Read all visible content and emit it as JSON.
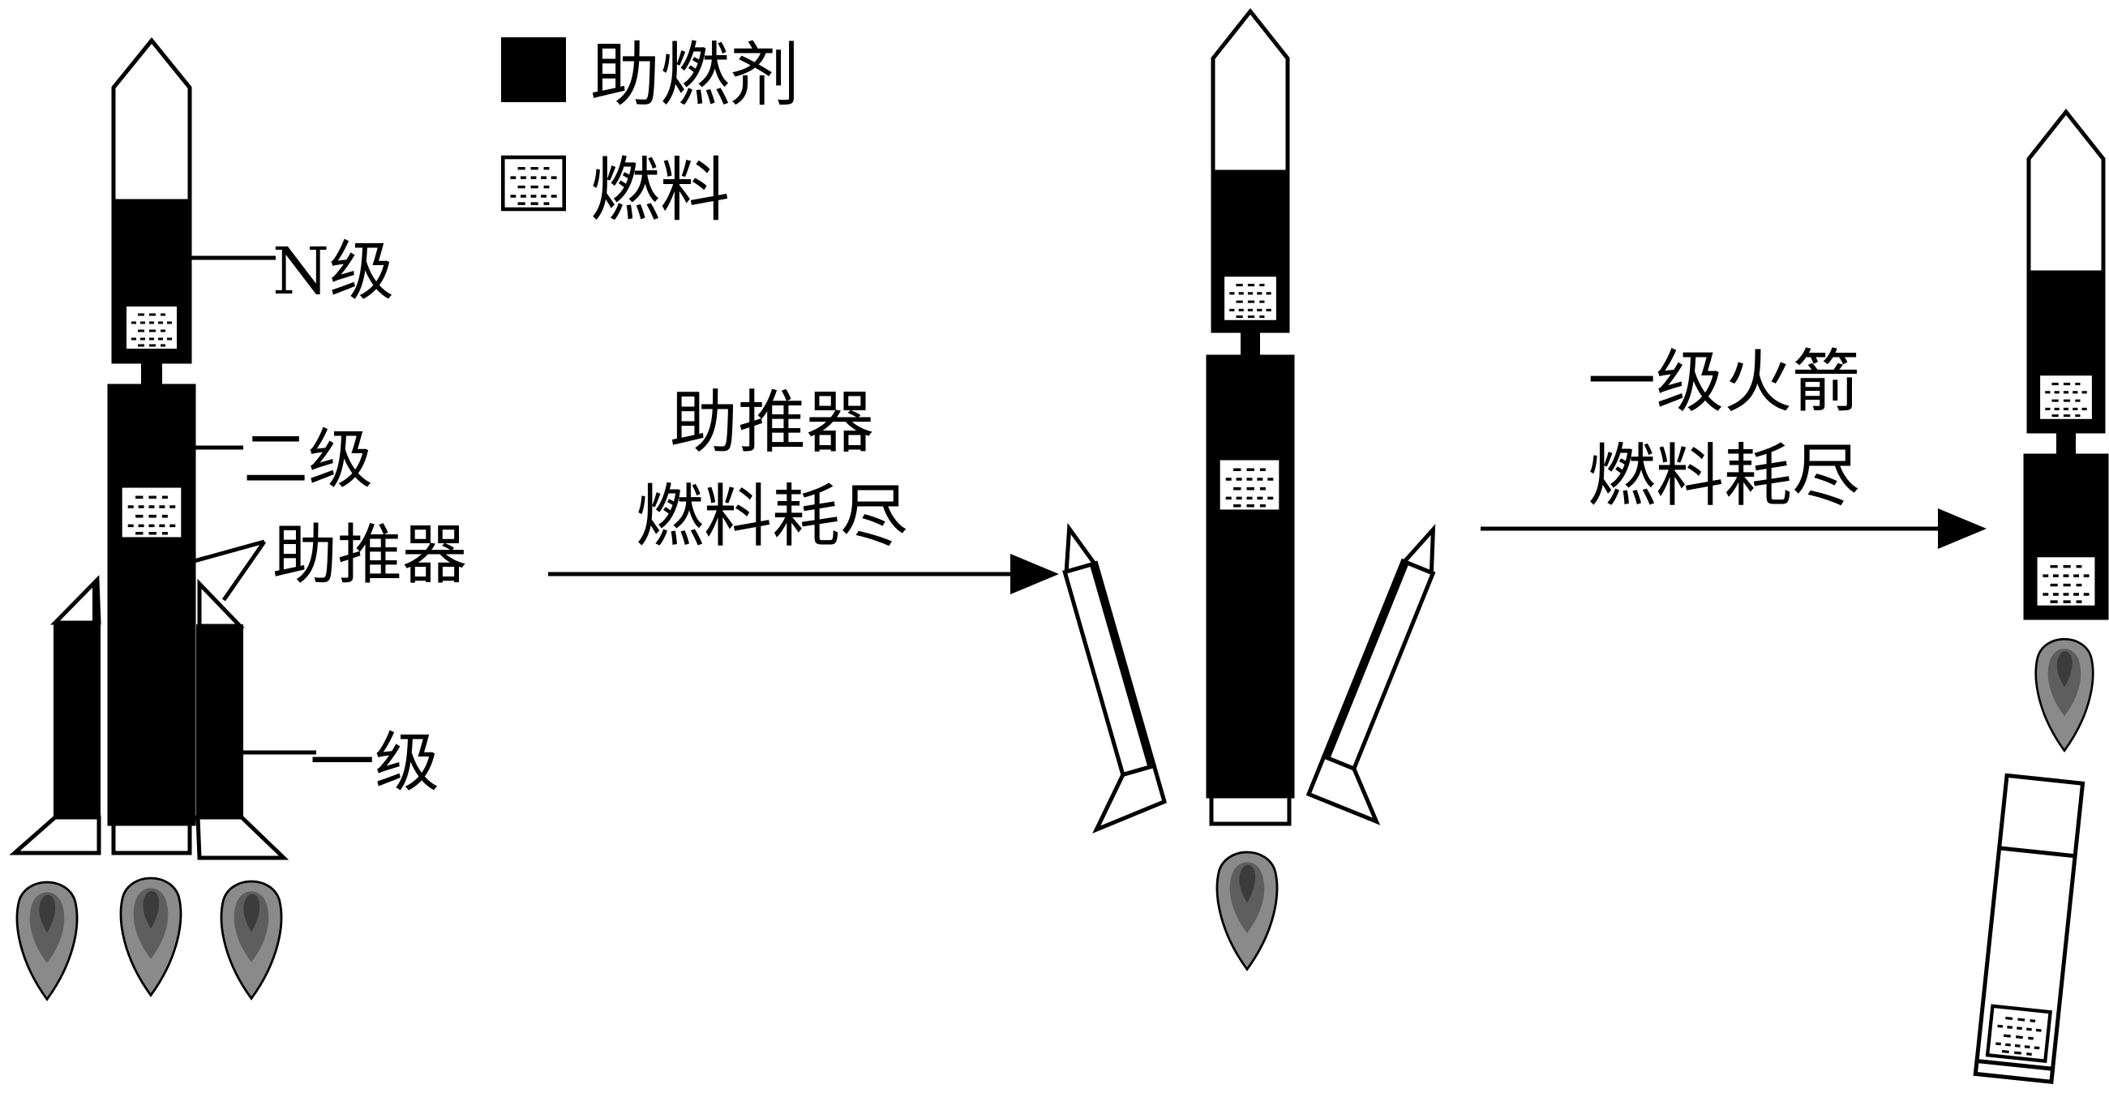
{
  "legend": {
    "oxidizer": "助燃剂",
    "fuel": "燃料"
  },
  "labels": {
    "stage_n": "N级",
    "stage_two": "二级",
    "boosters": "助推器",
    "stage_one": "一级"
  },
  "arrows": {
    "first": {
      "line1": "助推器",
      "line2": "燃料耗尽"
    },
    "second": {
      "line1": "一级火箭",
      "line2": "燃料耗尽"
    }
  },
  "colors": {
    "oxidizer": "#000000",
    "fuel_fill": "#ffffff",
    "outline": "#000000",
    "flame_outer": "#8a8a8a",
    "flame_mid": "#5e5e5e",
    "flame_inner": "#3c3c3c"
  }
}
